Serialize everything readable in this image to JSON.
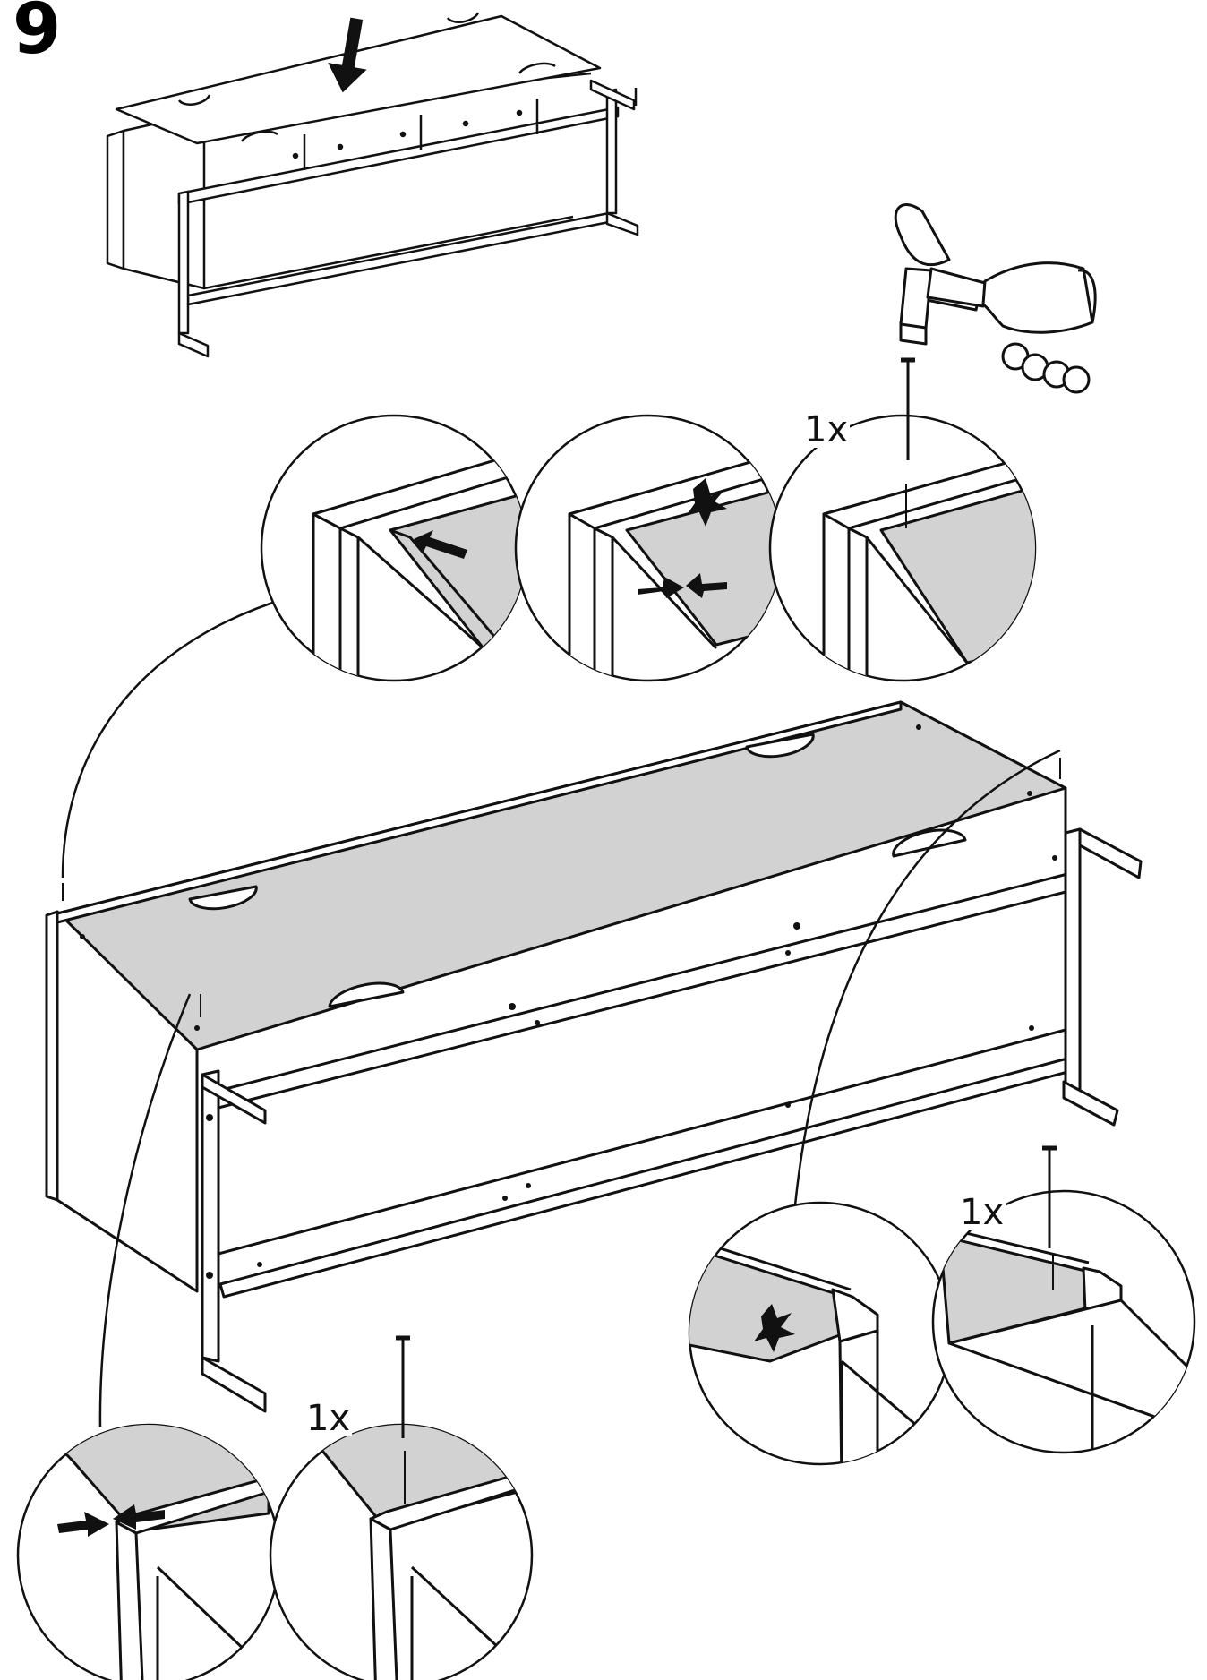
{
  "step": {
    "number": "9"
  },
  "nail_quantity": "1x",
  "colors": {
    "line": "#111111",
    "panel_fill": "#d2d2d2",
    "background": "#ffffff"
  },
  "icons": [
    "down-arrow-icon",
    "hammer-icon",
    "nail-icon",
    "push-arrow-icon",
    "press-arrows-icon"
  ],
  "detail_callouts": [
    {
      "name": "slide-in",
      "action": "push"
    },
    {
      "name": "align",
      "action": "press"
    },
    {
      "name": "nail-top-right",
      "action": "nail",
      "quantity": "1x"
    },
    {
      "name": "align-bottom-left",
      "action": "press"
    },
    {
      "name": "nail-bottom-left",
      "action": "nail",
      "quantity": "1x"
    },
    {
      "name": "align-right",
      "action": "press"
    },
    {
      "name": "nail-right",
      "action": "nail",
      "quantity": "1x"
    }
  ]
}
